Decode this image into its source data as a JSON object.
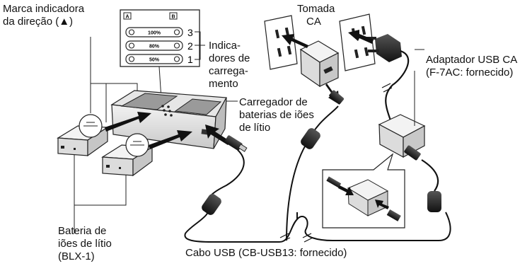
{
  "labels": {
    "direction_mark": [
      "Marca indicadora",
      "da direção (▲)"
    ],
    "outlet": [
      "Tomada",
      "CA"
    ],
    "charge_indicators": [
      "Indica-",
      "dores de",
      "carrega-",
      "mento"
    ],
    "charger": [
      "Carregador de",
      "baterias de iões",
      "de lítio"
    ],
    "usb_adapter": [
      "Adaptador USB CA",
      "(F-7AC: fornecido)"
    ],
    "battery": [
      "Bateria de",
      "iões de lítio",
      "(BLX-1)"
    ],
    "usb_cable": "Cabo USB (CB-USB13: fornecido)"
  },
  "indicator_panel": {
    "slot_a": "A",
    "slot_b": "B",
    "rows": [
      {
        "percent": "100%",
        "number": "3"
      },
      {
        "percent": "80%",
        "number": "2"
      },
      {
        "percent": "50%",
        "number": "1"
      }
    ]
  }
}
